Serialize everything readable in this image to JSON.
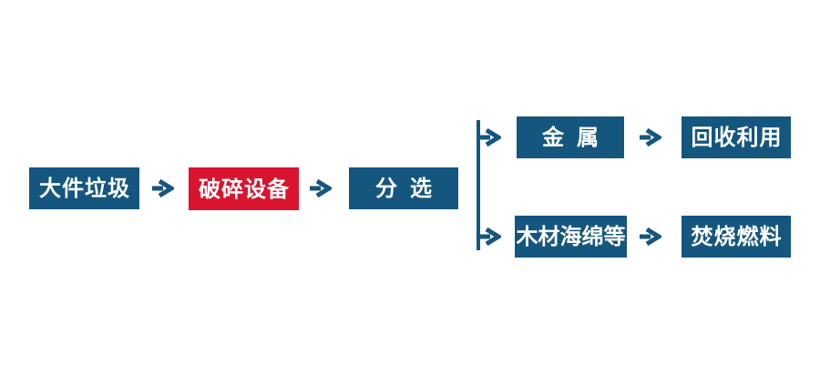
{
  "colors": {
    "primary_blue": "#15567E",
    "accent_red": "#D9142F",
    "label_text": "#FFFFFF",
    "background": "#FFFFFF"
  },
  "flowchart": {
    "type": "process-flow",
    "main_flow": [
      {
        "label": "大件垃圾",
        "color": "blue"
      },
      {
        "label": "破碎设备",
        "color": "red"
      },
      {
        "label": "分选",
        "color": "blue"
      }
    ],
    "branches": [
      {
        "source_label": "金属",
        "target_label": "回收利用"
      },
      {
        "source_label": "木材海绵等",
        "target_label": "焚烧燃料"
      }
    ],
    "connector": {
      "style": "vertical-bracket-with-arrows",
      "arrow_glyph": "→"
    }
  }
}
